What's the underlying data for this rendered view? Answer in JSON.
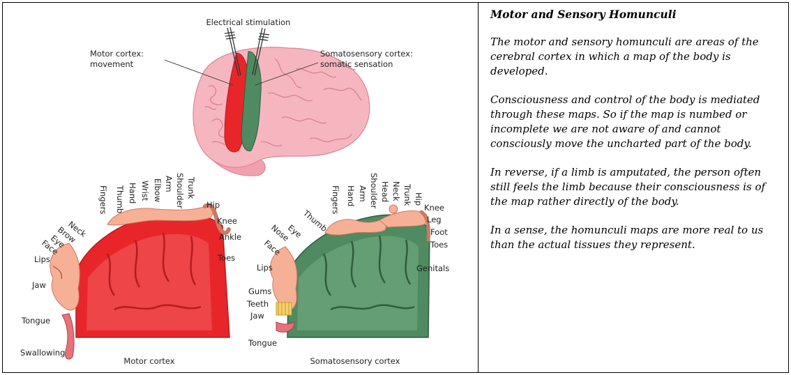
{
  "figure": {
    "top_labels": {
      "stimulation": "Electrical stimulation",
      "motor_cortex_l1": "Motor cortex:",
      "motor_cortex_l2": "movement",
      "somato_l1": "Somatosensory cortex:",
      "somato_l2": "somatic sensation"
    },
    "motor": {
      "caption": "Motor cortex",
      "labels": [
        "Fingers",
        "Thumb",
        "Hand",
        "Wrist",
        "Elbow",
        "Arm",
        "Shoulder",
        "Trunk",
        "Hip",
        "Knee",
        "Ankle",
        "Toes",
        "Neck",
        "Brow",
        "Eye",
        "Face",
        "Lips",
        "Jaw",
        "Tongue",
        "Swallowing"
      ]
    },
    "sensory": {
      "caption": "Somatosensory cortex",
      "labels": [
        "Fingers",
        "Hand",
        "Arm",
        "Shoulder",
        "Head",
        "Neck",
        "Trunk",
        "Hip",
        "Knee",
        "Leg",
        "Foot",
        "Toes",
        "Genitals",
        "Thumb",
        "Eye",
        "Nose",
        "Face",
        "Lips",
        "Gums",
        "Teeth",
        "Jaw",
        "Tongue"
      ]
    },
    "colors": {
      "motor": "#e8262a",
      "sensory": "#4f8a60",
      "brain": "#f4a8b5",
      "skin": "#f6b096"
    }
  },
  "text": {
    "title": "Motor and Sensory Homunculi",
    "p1": "The motor and sensory homunculi are areas of the cerebral cortex in which a map of the body is developed.",
    "p2": "Consciousness and control of the body is mediated through these maps. So if the map is numbed or incomplete we are not aware of and cannot consciously move the uncharted part of the body.",
    "p3": "In reverse, if a limb is amputated, the person often still feels the limb because their consciousness is of the map rather directly of the body.",
    "p4": "In a sense, the homunculi maps are more real to us than the actual tissues they represent."
  }
}
